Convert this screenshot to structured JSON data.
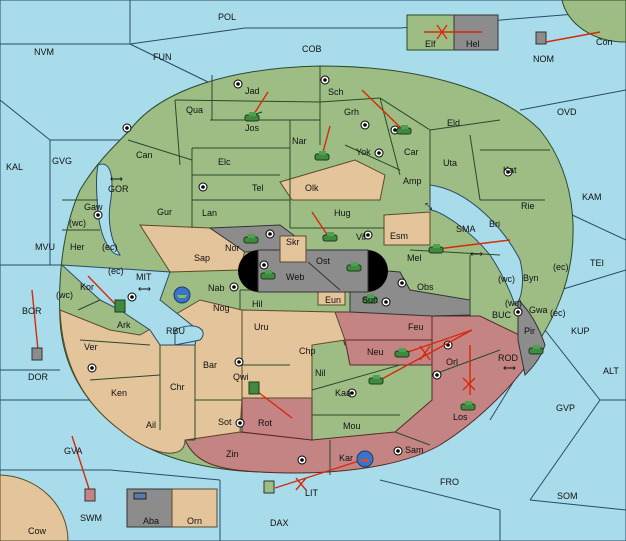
{
  "game_map": {
    "colors": {
      "sea": "#a8dcea",
      "power_green": "#9dbd85",
      "power_tan": "#e4c49a",
      "power_red": "#c48484",
      "power_gray": "#8c8c8c",
      "order_arrow": "#d62a0a"
    },
    "sea_labels": {
      "POL": "POL",
      "NVM": "NVM",
      "FUN": "FUN",
      "COB": "COB",
      "OVD": "OVD",
      "KAL": "KAL",
      "GVG": "GVG",
      "KAM": "KAM",
      "MVU": "MVU",
      "TEI": "TEI",
      "BOR": "BOR",
      "KUP": "KUP",
      "ALT": "ALT",
      "GVP": "GVP",
      "GVA": "GVA",
      "FRO": "FRO",
      "SOM": "SOM",
      "DAX": "DAX",
      "GOR": "GOR",
      "SMA": "SMA",
      "MIT": "MIT",
      "RBU": "RBU",
      "BUC": "BUC",
      "ROD": "ROD",
      "LIT": "LIT"
    },
    "land_labels": {
      "Jad": "Jad",
      "Sch": "Sch",
      "Qua": "Qua",
      "Jos": "Jos",
      "Grh": "Grh",
      "Eld": "Eld",
      "Can": "Can",
      "Car": "Car",
      "Yok": "Yok",
      "Nar": "Nar",
      "Uta": "Uta",
      "Kat": "Kat",
      "Elc": "Elc",
      "Tel": "Tel",
      "Olk": "Olk",
      "Amp": "Amp",
      "Rie": "Rie",
      "Gaw": "Gaw",
      "Gur": "Gur",
      "Lan": "Lan",
      "Hug": "Hug",
      "Bri": "Bri",
      "Esm": "Esm",
      "Nor": "Nor",
      "Skr": "Skr",
      "Vil": "Vil",
      "Sap": "Sap",
      "Ost": "Ost",
      "Web": "Web",
      "Mel": "Mel",
      "Her": "Her",
      "Kor": "Kor",
      "Nab": "Nab",
      "Obs": "Obs",
      "Byn": "Byn",
      "Eun": "Eun",
      "Sun": "Sun",
      "Hil": "Hil",
      "Nog": "Nog",
      "Ark": "Ark",
      "Gwa": "Gwa",
      "Uru": "Uru",
      "Feu": "Feu",
      "Pir": "Pir",
      "Ver": "Ver",
      "Chp": "Chp",
      "Neu": "Neu",
      "Bar": "Bar",
      "Orl": "Orl",
      "Qwi": "Qwi",
      "Nil": "Nil",
      "Ken": "Ken",
      "Chr": "Chr",
      "Kaa": "Kaa",
      "Los": "Los",
      "Ail": "Ail",
      "Sot": "Sot",
      "Rot": "Rot",
      "Mou": "Mou",
      "Sam": "Sam",
      "Zin": "Zin",
      "Kar": "Kar",
      "Elf": "Elf",
      "Hel": "Hel",
      "Con": "Con",
      "NOM": "NOM",
      "DOR": "DOR",
      "SWM": "SWM",
      "Aba": "Aba",
      "Orn": "Orn",
      "Cow": "Cow"
    },
    "coast_labels": {
      "wc": "(wc)",
      "ec": "(ec)"
    },
    "unit_icons": [
      "tank-icon",
      "fleet-icon"
    ]
  }
}
